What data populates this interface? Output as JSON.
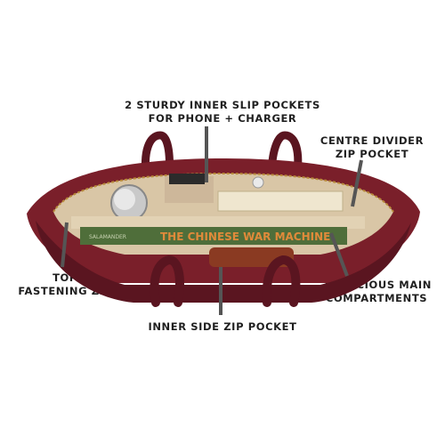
{
  "callouts": {
    "inner_slip": {
      "line1": "2 STURDY INNER SLIP POCKETS",
      "line2": "FOR PHONE + CHARGER"
    },
    "centre_divider": {
      "line1": "CENTRE DIVIDER",
      "line2": "ZIP POCKET"
    },
    "top_zip": {
      "line1": "TOP",
      "line2": "FASTENING ZIP"
    },
    "main_compartments": {
      "line1": "2 SPACIOUS MAIN",
      "line2": "COMPARTMENTS"
    },
    "side_zip": {
      "text": "INNER SIDE ZIP POCKET"
    }
  },
  "photo": {
    "book_title": "THE CHINESE WAR MACHINE",
    "book_publisher": "SALAMANDER",
    "colors": {
      "leather": "#7a1f2a",
      "leather_dark": "#4e1219",
      "lining": "#d9c6a6",
      "book": "#4f6e3a",
      "book_text": "#e08a3a"
    }
  }
}
